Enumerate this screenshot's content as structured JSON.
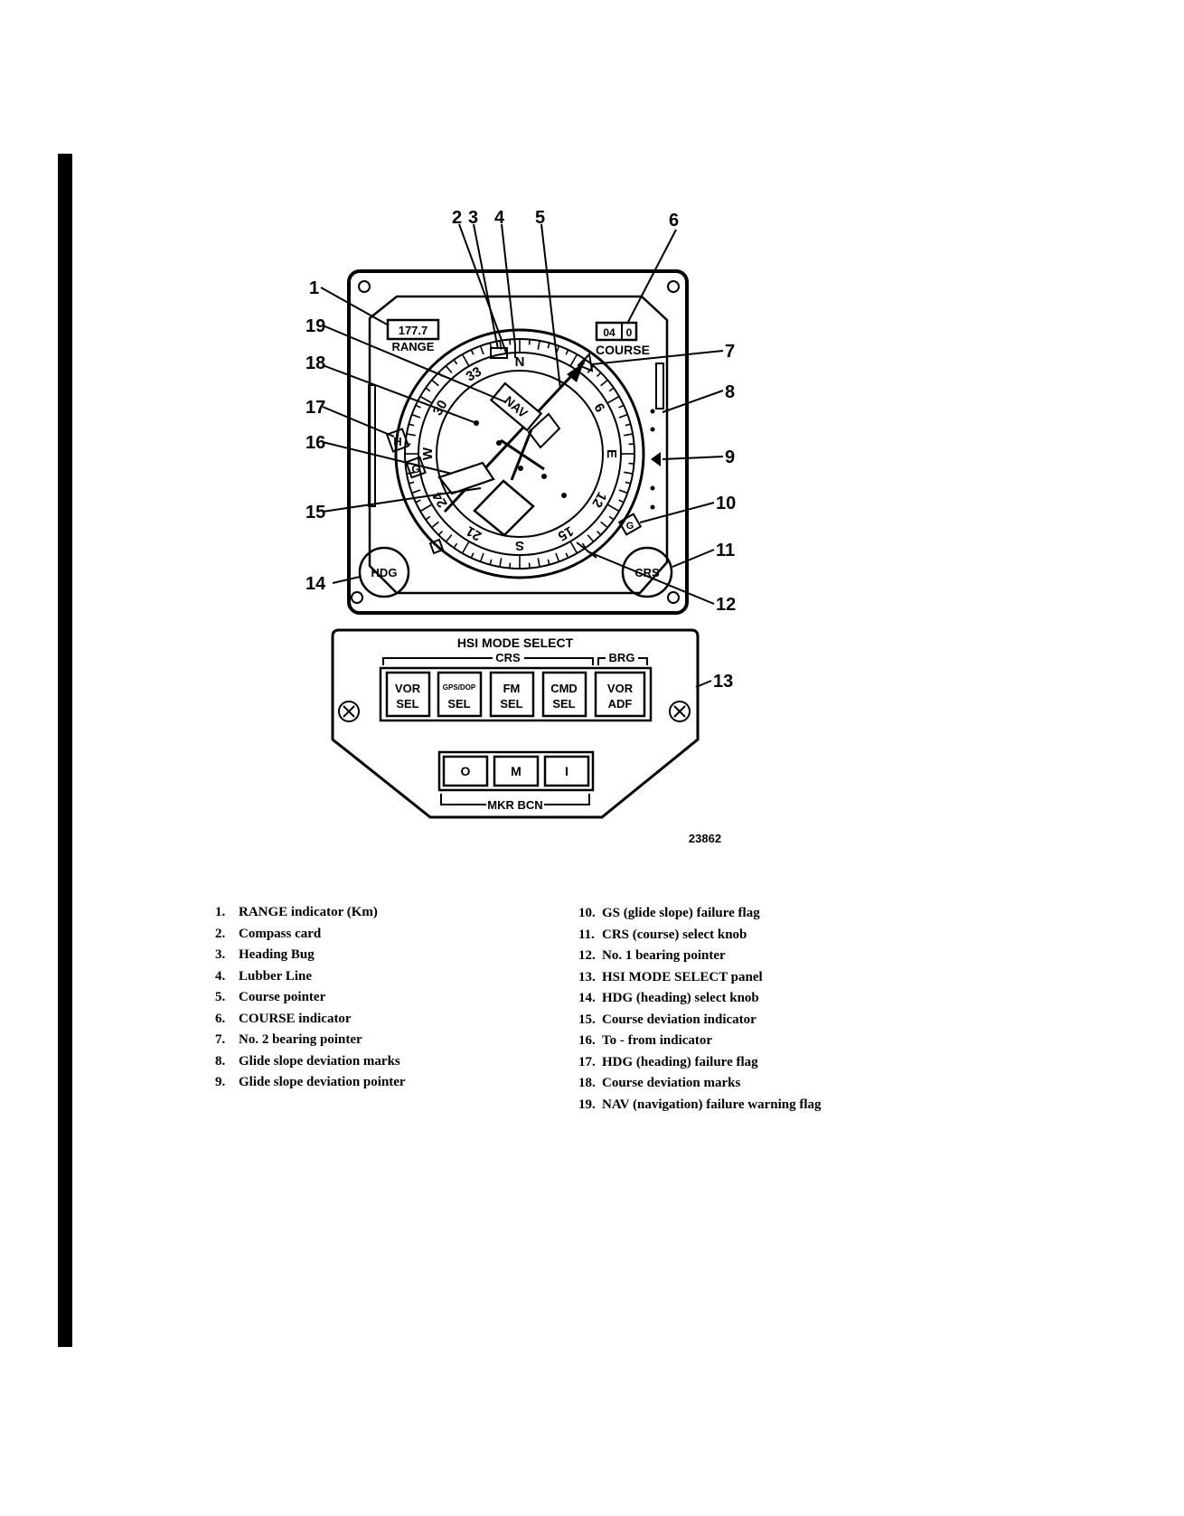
{
  "callouts": [
    "1",
    "2",
    "3",
    "4",
    "5",
    "6",
    "7",
    "8",
    "9",
    "10",
    "11",
    "12",
    "13",
    "14",
    "15",
    "16",
    "17",
    "18",
    "19"
  ],
  "instrument": {
    "range_value": "177.7",
    "range_label": "RANGE",
    "course_digits": [
      "04",
      "0"
    ],
    "course_label": "COURSE",
    "nav_flag": "NAV",
    "hdg_flag": "H",
    "gs_flag": "G",
    "hdg_knob": "HDG",
    "crs_knob": "CRS",
    "card_marks": [
      "N",
      "33",
      "30",
      "E",
      "6",
      "12",
      "15",
      "S",
      "21",
      "24",
      "W"
    ]
  },
  "mode_panel": {
    "title": "HSI MODE SELECT",
    "crs_group": "CRS",
    "brg_group": "BRG",
    "buttons": [
      {
        "top": "VOR",
        "bottom": "SEL"
      },
      {
        "top": "GPS/DOP",
        "bottom": "SEL"
      },
      {
        "top": "FM",
        "bottom": "SEL"
      },
      {
        "top": "CMD",
        "bottom": "SEL"
      },
      {
        "top": "VOR",
        "bottom": "ADF"
      }
    ],
    "marker_buttons": [
      "O",
      "M",
      "I"
    ],
    "marker_label": "MKR BCN"
  },
  "figure_id": "23862",
  "legend_left": [
    {
      "num": "1.",
      "text": "RANGE indicator (Km)"
    },
    {
      "num": "2.",
      "text": "Compass card"
    },
    {
      "num": "3.",
      "text": "Heading Bug"
    },
    {
      "num": "4.",
      "text": "Lubber Line"
    },
    {
      "num": "5.",
      "text": "Course pointer"
    },
    {
      "num": "6.",
      "text": "COURSE indicator"
    },
    {
      "num": "7.",
      "text": "No. 2 bearing pointer"
    },
    {
      "num": "8.",
      "text": "Glide slope deviation marks"
    },
    {
      "num": "9.",
      "text": "Glide slope deviation pointer"
    }
  ],
  "legend_right": [
    {
      "num": "10.",
      "text": "GS (glide slope) failure flag"
    },
    {
      "num": "11.",
      "text": "CRS (course) select knob"
    },
    {
      "num": "12.",
      "text": "No. 1 bearing pointer"
    },
    {
      "num": "13.",
      "text": "HSI MODE SELECT panel"
    },
    {
      "num": "14.",
      "text": "HDG (heading) select knob"
    },
    {
      "num": "15.",
      "text": "Course deviation indicator"
    },
    {
      "num": "16.",
      "text": "To - from indicator"
    },
    {
      "num": "17.",
      "text": "HDG (heading) failure flag"
    },
    {
      "num": "18.",
      "text": "Course deviation marks"
    },
    {
      "num": "19.",
      "text": "NAV (navigation) failure warning flag"
    }
  ]
}
